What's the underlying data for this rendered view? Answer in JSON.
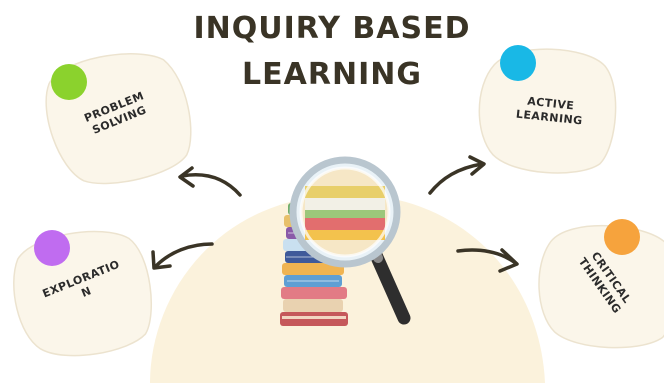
{
  "title": {
    "line1": "INQUIRY BASED",
    "line2": "LEARNING"
  },
  "nodes": [
    {
      "id": "problem-solving",
      "label": "PROBLEM\nSOLVING",
      "dot_color": "#8bd22d"
    },
    {
      "id": "active-learning",
      "label": "ACTIVE\nLEARNING",
      "dot_color": "#19b8e6"
    },
    {
      "id": "exploration",
      "label": "EXPLORATIO\nN",
      "dot_color": "#c06cf0"
    },
    {
      "id": "critical-thinking",
      "label": "CRITICAL\nTHINKING",
      "dot_color": "#f6a33d"
    }
  ],
  "colors": {
    "card_fill": "#fbf6ea",
    "card_stroke": "#ece3cf",
    "arrow": "#3a3426",
    "center_blob": "#fbf2dc"
  }
}
